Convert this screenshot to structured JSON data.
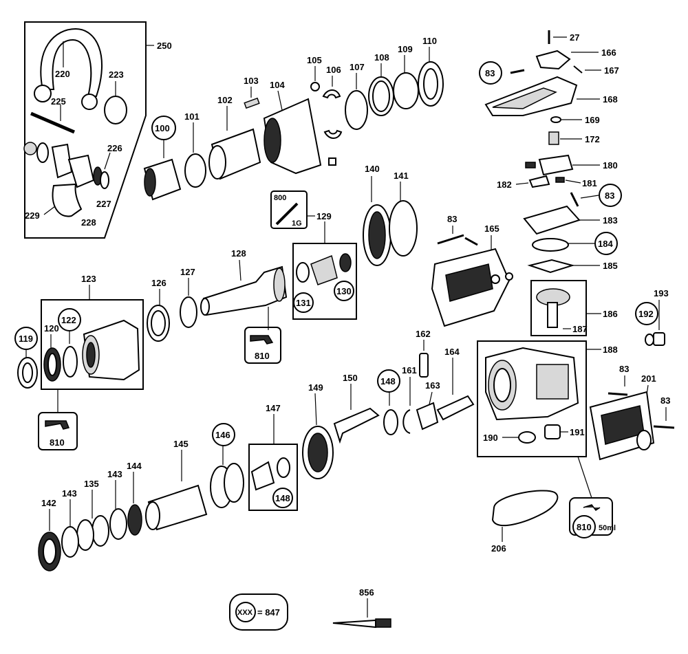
{
  "labels": {
    "p27": "27",
    "p166": "166",
    "p167": "167",
    "p168": "168",
    "p169": "169",
    "p172": "172",
    "p180": "180",
    "p181": "181",
    "p182": "182",
    "p183": "183",
    "p184": "184",
    "p185": "185",
    "p186": "186",
    "p187": "187",
    "p188": "188",
    "p190": "190",
    "p191": "191",
    "p192": "192",
    "p193": "193",
    "p201": "201",
    "p206": "206",
    "p83a": "83",
    "p83b": "83",
    "p83c": "83",
    "p83d": "83",
    "p83e": "83",
    "p250": "250",
    "p220": "220",
    "p223": "223",
    "p225": "225",
    "p226": "226",
    "p227": "227",
    "p228": "228",
    "p229": "229",
    "p100": "100",
    "p101": "101",
    "p102": "102",
    "p103": "103",
    "p104": "104",
    "p105": "105",
    "p106": "106",
    "p107": "107",
    "p108": "108",
    "p109": "109",
    "p110": "110",
    "p800": "800",
    "p1G": "1G",
    "p129": "129",
    "p130": "130",
    "p131": "131",
    "p140": "140",
    "p141": "141",
    "p165": "165",
    "p123": "123",
    "p119": "119",
    "p120": "120",
    "p122": "122",
    "p126": "126",
    "p127": "127",
    "p128": "128",
    "p810a": "810",
    "p810b": "810",
    "p810c": "810",
    "p50ml": "50ml",
    "p162": "162",
    "p161": "161",
    "p163": "163",
    "p164": "164",
    "p148a": "148",
    "p148b": "148",
    "p150": "150",
    "p149": "149",
    "p147": "147",
    "p146": "146",
    "p145": "145",
    "p144": "144",
    "p143a": "143",
    "p143b": "143",
    "p142": "142",
    "p135": "135",
    "p856": "856",
    "legend": "XXX",
    "legend_value": "= 847"
  }
}
